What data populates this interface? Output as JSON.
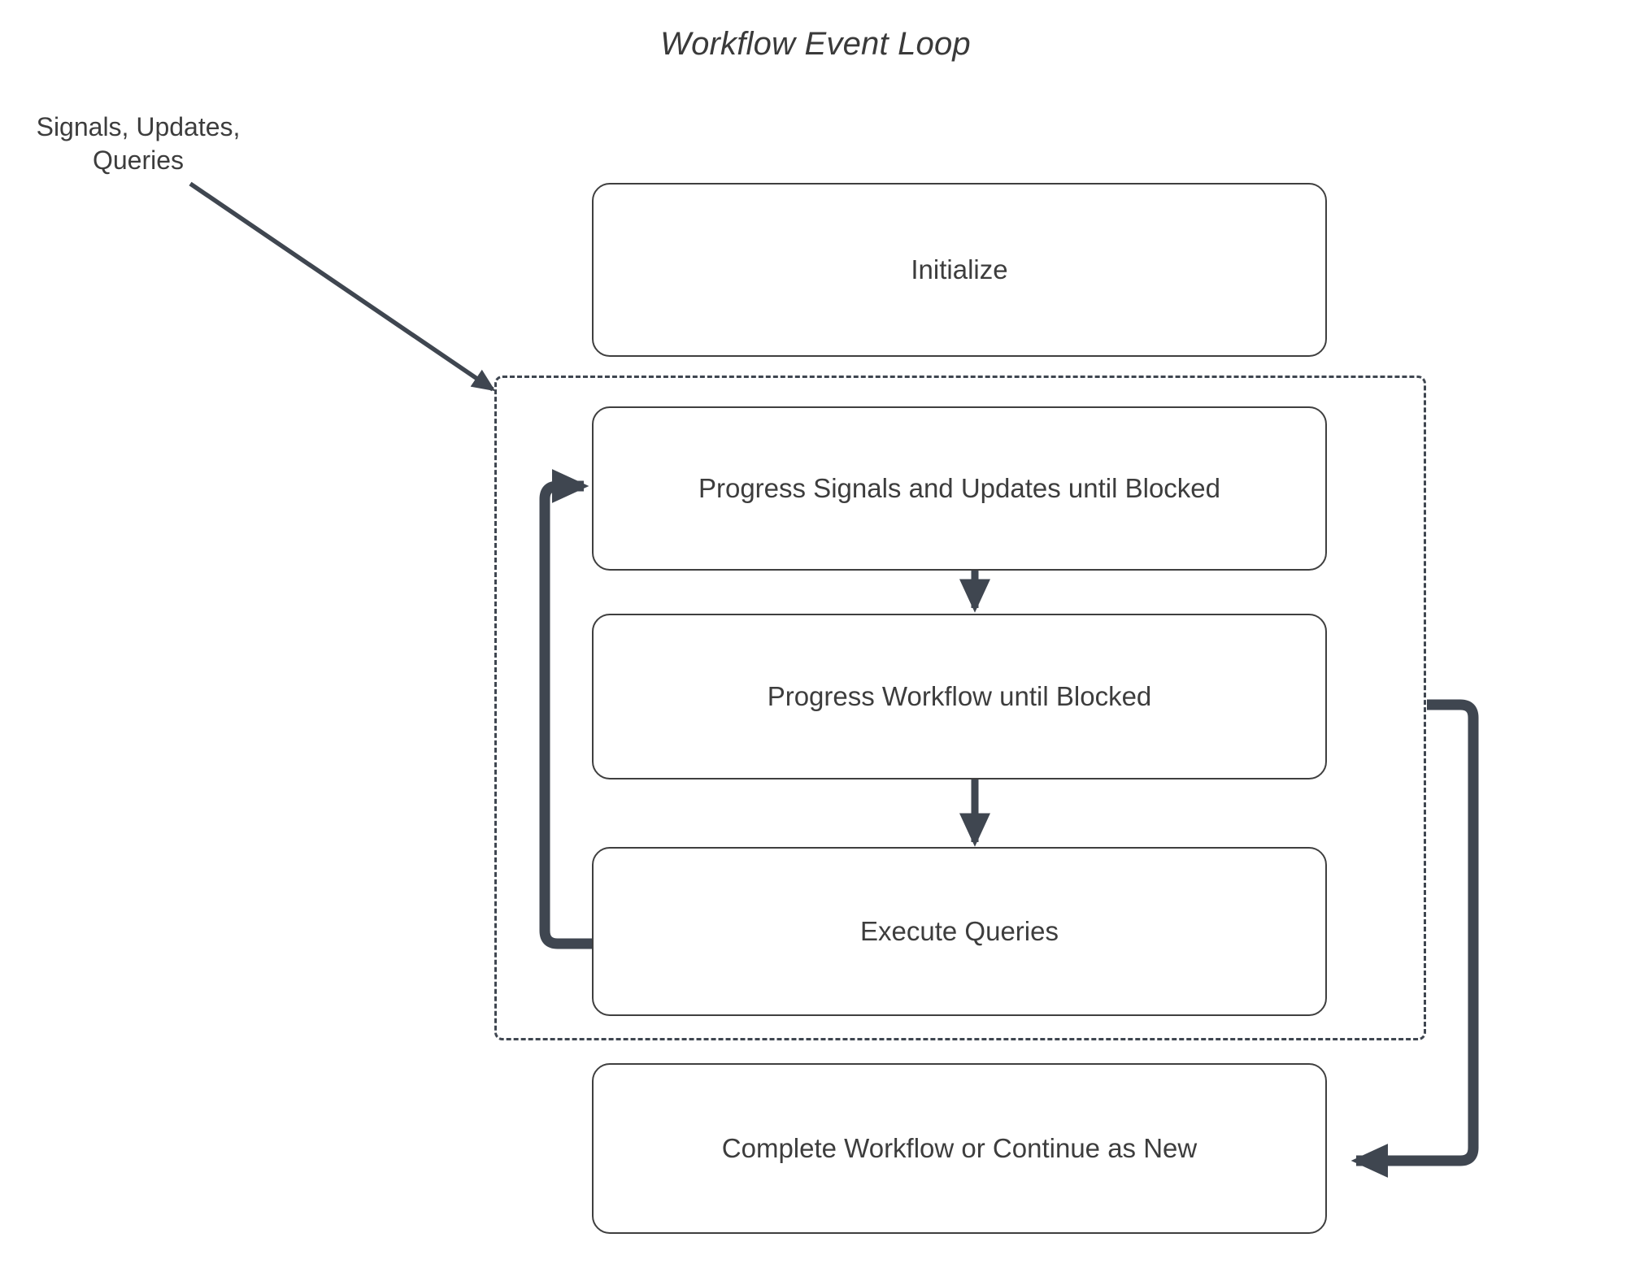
{
  "title": "Workflow Event Loop",
  "external_label": {
    "line1": "Signals, Updates,",
    "line2": "Queries"
  },
  "colors": {
    "node_border": "#3f3f3f",
    "node_fill": "#ffffff",
    "text": "#3d3d3d",
    "edge": "#3f4650",
    "dashed_container": "#3f4650",
    "background": "#ffffff"
  },
  "nodes": [
    {
      "id": "initialize",
      "label": "Initialize"
    },
    {
      "id": "progress-signals",
      "label": "Progress Signals and Updates until Blocked"
    },
    {
      "id": "progress-workflow",
      "label": "Progress Workflow until Blocked"
    },
    {
      "id": "execute-queries",
      "label": "Execute Queries"
    },
    {
      "id": "complete-workflow",
      "label": "Complete Workflow or Continue as New"
    }
  ],
  "loop_container": {
    "label": "",
    "style": "dashed"
  },
  "edges": [
    {
      "id": "signals-to-loop",
      "from": "Signals, Updates, Queries",
      "to": "loop-container",
      "style": "thin-arrow"
    },
    {
      "id": "signals-box-to-workflow-box",
      "from": "Progress Signals and Updates until Blocked",
      "to": "Progress Workflow until Blocked",
      "style": "short-arrow"
    },
    {
      "id": "workflow-box-to-queries-box",
      "from": "Progress Workflow until Blocked",
      "to": "Execute Queries",
      "style": "short-arrow"
    },
    {
      "id": "queries-back-to-signals",
      "from": "Execute Queries",
      "to": "Progress Signals and Updates until Blocked",
      "style": "thick-loopback"
    },
    {
      "id": "loop-to-complete",
      "from": "loop-container",
      "to": "Complete Workflow or Continue as New",
      "style": "thick-exit"
    }
  ]
}
